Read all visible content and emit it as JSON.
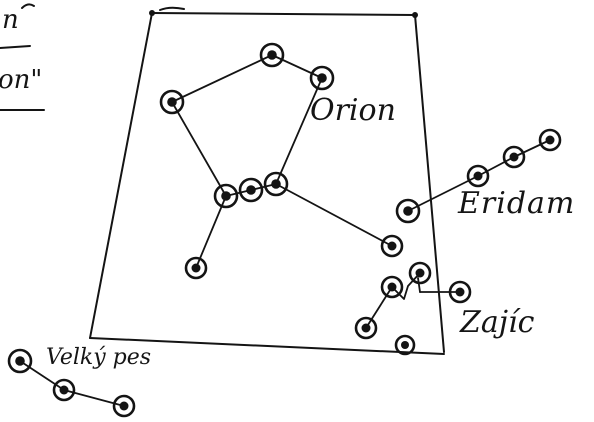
{
  "labels": {
    "orion": "Orion",
    "eridanus": "Eridam",
    "lepus": "Zajíc",
    "canis_major": "Velký pes",
    "corner_top": "n",
    "corner_bottom": "on\""
  },
  "constellations": [
    "orion",
    "eridanus",
    "lepus",
    "canis-major"
  ],
  "colors": {
    "ink": "#141414",
    "paper": "#ffffff"
  }
}
